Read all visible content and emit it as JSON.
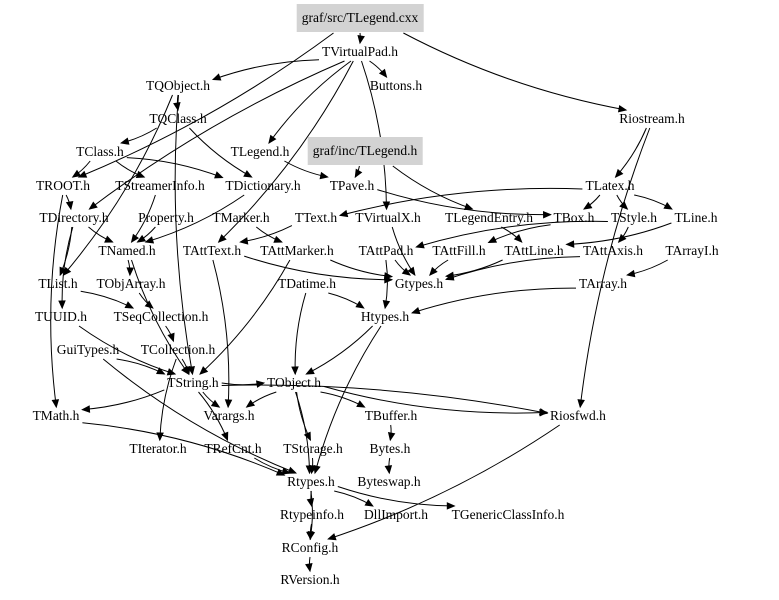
{
  "diagram": {
    "type": "include-dependency-graph",
    "root": "graf/src/TLegend.cxx",
    "colors": {
      "highlight_fill": "#d3d3d3",
      "edge": "#000000",
      "text": "#000000",
      "background": "#ffffff"
    },
    "nodes": [
      {
        "id": "tlegend_cxx",
        "label": "graf/src/TLegend.cxx",
        "highlight": true
      },
      {
        "id": "tvirtualpad",
        "label": "TVirtualPad.h"
      },
      {
        "id": "tqobject",
        "label": "TQObject.h"
      },
      {
        "id": "buttons",
        "label": "Buttons.h"
      },
      {
        "id": "riostream",
        "label": "Riostream.h"
      },
      {
        "id": "tqclass",
        "label": "TQClass.h"
      },
      {
        "id": "tclass",
        "label": "TClass.h"
      },
      {
        "id": "tlegend_h",
        "label": "TLegend.h"
      },
      {
        "id": "tlegend_inc",
        "label": "graf/inc/TLegend.h",
        "highlight": true
      },
      {
        "id": "troot",
        "label": "TROOT.h"
      },
      {
        "id": "tstreamerinfo",
        "label": "TStreamerInfo.h"
      },
      {
        "id": "tdictionary",
        "label": "TDictionary.h"
      },
      {
        "id": "tpave",
        "label": "TPave.h"
      },
      {
        "id": "tlatex",
        "label": "TLatex.h"
      },
      {
        "id": "tdirectory",
        "label": "TDirectory.h"
      },
      {
        "id": "property",
        "label": "Property.h"
      },
      {
        "id": "tmarker",
        "label": "TMarker.h"
      },
      {
        "id": "ttext",
        "label": "TText.h"
      },
      {
        "id": "tvirtualx",
        "label": "TVirtualX.h"
      },
      {
        "id": "tlegendentry",
        "label": "TLegendEntry.h"
      },
      {
        "id": "tbox",
        "label": "TBox.h"
      },
      {
        "id": "tstyle",
        "label": "TStyle.h"
      },
      {
        "id": "tline",
        "label": "TLine.h"
      },
      {
        "id": "tnamed",
        "label": "TNamed.h"
      },
      {
        "id": "tatttext",
        "label": "TAttText.h"
      },
      {
        "id": "tattmarker",
        "label": "TAttMarker.h"
      },
      {
        "id": "tattpad",
        "label": "TAttPad.h"
      },
      {
        "id": "tattfill",
        "label": "TAttFill.h"
      },
      {
        "id": "tattline",
        "label": "TAttLine.h"
      },
      {
        "id": "tattaxis",
        "label": "TAttAxis.h"
      },
      {
        "id": "tarrayi",
        "label": "TArrayI.h"
      },
      {
        "id": "tlist",
        "label": "TList.h"
      },
      {
        "id": "tobjarray",
        "label": "TObjArray.h"
      },
      {
        "id": "tdatime",
        "label": "TDatime.h"
      },
      {
        "id": "gtypes",
        "label": "Gtypes.h"
      },
      {
        "id": "tarray",
        "label": "TArray.h"
      },
      {
        "id": "tuuid",
        "label": "TUUID.h"
      },
      {
        "id": "tseqcollection",
        "label": "TSeqCollection.h"
      },
      {
        "id": "htypes",
        "label": "Htypes.h"
      },
      {
        "id": "guitypes",
        "label": "GuiTypes.h"
      },
      {
        "id": "tcollection",
        "label": "TCollection.h"
      },
      {
        "id": "tstring",
        "label": "TString.h"
      },
      {
        "id": "tobject",
        "label": "TObject.h"
      },
      {
        "id": "tmath",
        "label": "TMath.h"
      },
      {
        "id": "varargs",
        "label": "Varargs.h"
      },
      {
        "id": "tbuffer",
        "label": "TBuffer.h"
      },
      {
        "id": "riosfwd",
        "label": "Riosfwd.h"
      },
      {
        "id": "titerator",
        "label": "TIterator.h"
      },
      {
        "id": "trefcnt",
        "label": "TRefCnt.h"
      },
      {
        "id": "tstorage",
        "label": "TStorage.h"
      },
      {
        "id": "bytes",
        "label": "Bytes.h"
      },
      {
        "id": "rtypes",
        "label": "Rtypes.h"
      },
      {
        "id": "byteswap",
        "label": "Byteswap.h"
      },
      {
        "id": "rtypeinfo",
        "label": "Rtypeinfo.h"
      },
      {
        "id": "dllimport",
        "label": "DllImport.h"
      },
      {
        "id": "tgenericclassinfo",
        "label": "TGenericClassInfo.h"
      },
      {
        "id": "rconfig",
        "label": "RConfig.h"
      },
      {
        "id": "rversion",
        "label": "RVersion.h"
      }
    ],
    "edges": [
      [
        "tlegend_cxx",
        "tvirtualpad"
      ],
      [
        "tlegend_cxx",
        "riostream"
      ],
      [
        "tlegend_cxx",
        "troot"
      ],
      [
        "tvirtualpad",
        "tqobject"
      ],
      [
        "tvirtualpad",
        "buttons"
      ],
      [
        "tvirtualpad",
        "tlegend_h"
      ],
      [
        "tvirtualpad",
        "tvirtualx"
      ],
      [
        "tvirtualpad",
        "tdirectory"
      ],
      [
        "tvirtualpad",
        "tatttext"
      ],
      [
        "tqobject",
        "tqclass"
      ],
      [
        "tqobject",
        "tlist"
      ],
      [
        "tqobject",
        "tstring"
      ],
      [
        "tqclass",
        "tclass"
      ],
      [
        "tqclass",
        "tdictionary"
      ],
      [
        "tclass",
        "troot"
      ],
      [
        "tclass",
        "tstreamerinfo"
      ],
      [
        "tclass",
        "tdictionary"
      ],
      [
        "tlegend_h",
        "tpave"
      ],
      [
        "tlegend_inc",
        "tpave"
      ],
      [
        "tlegend_inc",
        "tlegendentry"
      ],
      [
        "riostream",
        "tlatex"
      ],
      [
        "riostream",
        "riosfwd"
      ],
      [
        "tlatex",
        "tbox"
      ],
      [
        "tlatex",
        "tstyle"
      ],
      [
        "tlatex",
        "tline"
      ],
      [
        "tlatex",
        "ttext"
      ],
      [
        "troot",
        "tdirectory"
      ],
      [
        "troot",
        "tmath"
      ],
      [
        "tdictionary",
        "tnamed"
      ],
      [
        "tpave",
        "tbox"
      ],
      [
        "tstreamerinfo",
        "tnamed"
      ],
      [
        "tdirectory",
        "tnamed"
      ],
      [
        "tdirectory",
        "tlist"
      ],
      [
        "tdirectory",
        "tuuid"
      ],
      [
        "property",
        "tnamed"
      ],
      [
        "tmarker",
        "tattmarker"
      ],
      [
        "ttext",
        "tatttext"
      ],
      [
        "tvirtualx",
        "gtypes"
      ],
      [
        "tlegendentry",
        "tattline"
      ],
      [
        "tbox",
        "tattfill"
      ],
      [
        "tstyle",
        "tattaxis"
      ],
      [
        "tstyle",
        "tattpad"
      ],
      [
        "tline",
        "tattline"
      ],
      [
        "tnamed",
        "tstring"
      ],
      [
        "tnamed",
        "tobjarray"
      ],
      [
        "tatttext",
        "gtypes"
      ],
      [
        "tatttext",
        "varargs"
      ],
      [
        "tattmarker",
        "gtypes"
      ],
      [
        "tattmarker",
        "tstring"
      ],
      [
        "tattpad",
        "gtypes"
      ],
      [
        "tattpad",
        "htypes"
      ],
      [
        "tattfill",
        "gtypes"
      ],
      [
        "tattline",
        "gtypes"
      ],
      [
        "tattaxis",
        "gtypes"
      ],
      [
        "tarrayi",
        "tarray"
      ],
      [
        "tarray",
        "htypes"
      ],
      [
        "tdatime",
        "htypes"
      ],
      [
        "tdatime",
        "tobject"
      ],
      [
        "tlist",
        "tseqcollection"
      ],
      [
        "tobjarray",
        "tseqcollection"
      ],
      [
        "tseqcollection",
        "tcollection"
      ],
      [
        "tuuid",
        "tstring"
      ],
      [
        "guitypes",
        "tstring"
      ],
      [
        "guitypes",
        "rtypes"
      ],
      [
        "tcollection",
        "tstring"
      ],
      [
        "tcollection",
        "titerator"
      ],
      [
        "htypes",
        "tobject"
      ],
      [
        "htypes",
        "rtypes"
      ],
      [
        "tstring",
        "tmath"
      ],
      [
        "tstring",
        "varargs"
      ],
      [
        "tstring",
        "trefcnt"
      ],
      [
        "tstring",
        "tobject"
      ],
      [
        "tstring",
        "riosfwd"
      ],
      [
        "tobject",
        "varargs"
      ],
      [
        "tobject",
        "tbuffer"
      ],
      [
        "tobject",
        "tstorage"
      ],
      [
        "tobject",
        "rtypes"
      ],
      [
        "tobject",
        "riosfwd"
      ],
      [
        "tbuffer",
        "bytes"
      ],
      [
        "bytes",
        "byteswap"
      ],
      [
        "tmath",
        "rtypes"
      ],
      [
        "trefcnt",
        "rtypes"
      ],
      [
        "tstorage",
        "rtypes"
      ],
      [
        "rtypes",
        "rtypeinfo"
      ],
      [
        "rtypes",
        "dllimport"
      ],
      [
        "rtypes",
        "tgenericclassinfo"
      ],
      [
        "rtypes",
        "rconfig"
      ],
      [
        "rtypeinfo",
        "rconfig"
      ],
      [
        "riosfwd",
        "rconfig"
      ],
      [
        "rconfig",
        "rversion"
      ]
    ]
  }
}
